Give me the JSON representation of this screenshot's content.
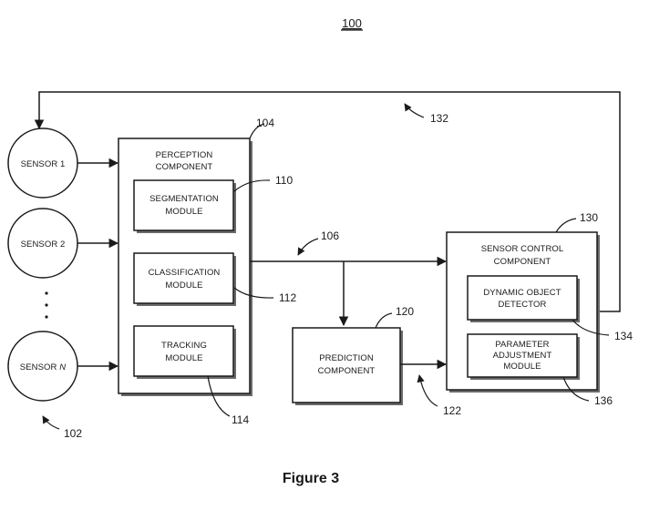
{
  "figure": {
    "ref_top": "100",
    "caption": "Figure 3"
  },
  "sensors": {
    "s1": "SENSOR 1",
    "s2": "SENSOR 2",
    "sn_prefix": "SENSOR ",
    "sn_suffix": "N",
    "ref": "102"
  },
  "perception": {
    "title_1": "PERCEPTION",
    "title_2": "COMPONENT",
    "ref": "104",
    "segmentation": {
      "l1": "SEGMENTATION",
      "l2": "MODULE",
      "ref": "110"
    },
    "classification": {
      "l1": "CLASSIFICATION",
      "l2": "MODULE",
      "ref": "112"
    },
    "tracking": {
      "l1": "TRACKING",
      "l2": "MODULE",
      "ref": "114"
    }
  },
  "flow_ref": "106",
  "prediction": {
    "l1": "PREDICTION",
    "l2": "COMPONENT",
    "ref": "120",
    "out_ref": "122"
  },
  "sensor_control": {
    "title_1": "SENSOR CONTROL",
    "title_2": "COMPONENT",
    "ref": "130",
    "detector": {
      "l1": "DYNAMIC OBJECT",
      "l2": "DETECTOR",
      "ref": "134"
    },
    "param": {
      "l1": "PARAMETER",
      "l2": "ADJUSTMENT",
      "l3": "MODULE",
      "ref": "136"
    }
  },
  "feedback_ref": "132"
}
